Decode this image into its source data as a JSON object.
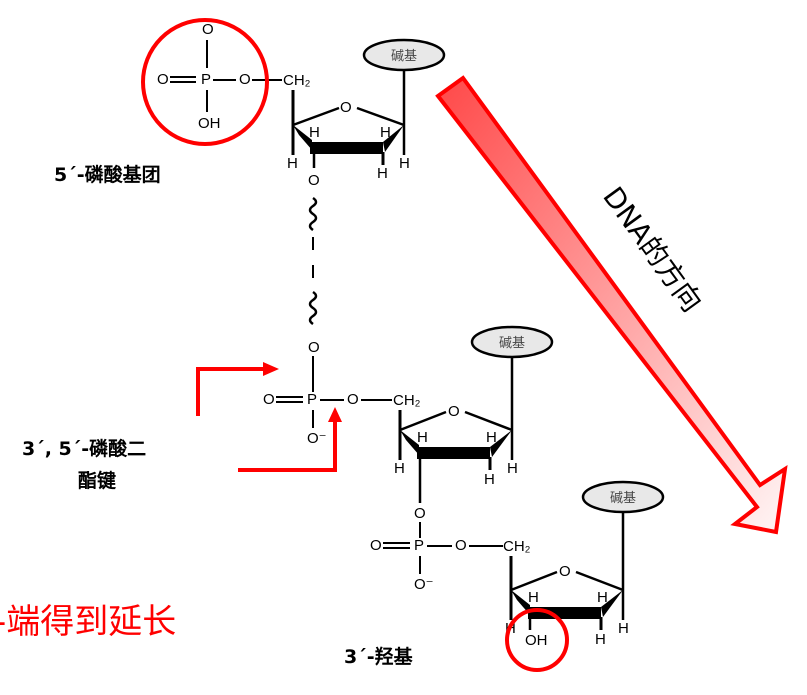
{
  "labels": {
    "phosphate_5": "5´-磷酸基团",
    "phosphodiester_line1": "3´, 5´-磷酸二",
    "phosphodiester_line2": "酯键",
    "hydroxyl_3": "3´-羟基",
    "extension": "-端得到延长",
    "direction": "DNA的方向"
  },
  "atoms": {
    "base": "碱基",
    "o": "O",
    "o_minus": "O⁻",
    "p": "P",
    "oh": "OH",
    "h": "H",
    "ch2": "CH₂"
  },
  "colors": {
    "highlight": "#ff0000",
    "arrow_start": "#ff4444",
    "arrow_end": "#fff4f4",
    "base_fill": "#e8e8e8"
  }
}
